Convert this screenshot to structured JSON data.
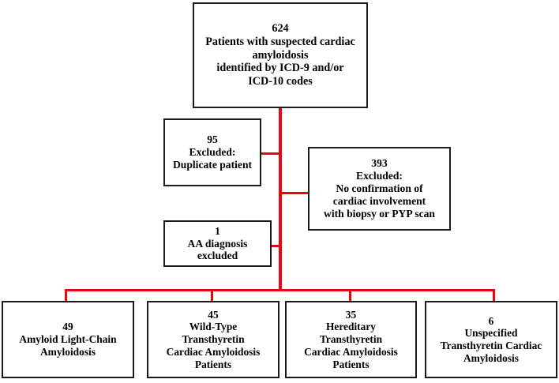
{
  "figure": {
    "type": "flowchart",
    "title": "Patient selection flow diagram for cardiac amyloidosis cohort",
    "line_color": "#e8070c",
    "box_border_color": "#1a1a1a",
    "background": "#ffffff"
  },
  "nodes": {
    "top": {
      "count": "624",
      "label": "624\nPatients with suspected cardiac\namyloidosis\nidentified by ICD-9 and/or\nICD-10 codes"
    },
    "excluded_duplicate": {
      "count": "95",
      "label": "95\nExcluded:\nDuplicate patient"
    },
    "excluded_no_confirmation": {
      "count": "393",
      "label": "393\nExcluded:\nNo confirmation of\ncardiac involvement\nwith biopsy or PYP scan"
    },
    "excluded_aa": {
      "count": "1",
      "label": "1\nAA diagnosis\nexcluded"
    },
    "outcome_al": {
      "count": "49",
      "label": "49\nAmyloid Light-Chain\nAmyloidosis"
    },
    "outcome_wild_type": {
      "count": "45",
      "label": "45\nWild-Type\nTransthyretin\nCardiac Amyloidosis\nPatients"
    },
    "outcome_hereditary": {
      "count": "35",
      "label": "35\nHereditary\nTransthyretin\nCardiac Amyloidosis\nPatients"
    },
    "outcome_unspecified": {
      "count": "6",
      "label": "6\nUnspecified\nTransthyretin Cardiac\nAmyloidosis"
    }
  },
  "chart_data": {
    "type": "flowchart",
    "title": "Cardiac amyloidosis patient selection",
    "stages": [
      {
        "id": "identified",
        "n": 624,
        "text": "Patients with suspected cardiac amyloidosis identified by ICD-9 and/or ICD-10 codes"
      },
      {
        "id": "excluded-duplicate",
        "n": 95,
        "text": "Excluded: Duplicate patient"
      },
      {
        "id": "excluded-no-confirmation",
        "n": 393,
        "text": "Excluded: No confirmation of cardiac involvement with biopsy or PYP scan"
      },
      {
        "id": "excluded-aa",
        "n": 1,
        "text": "AA diagnosis excluded"
      },
      {
        "id": "outcome-al",
        "n": 49,
        "text": "Amyloid Light-Chain Amyloidosis"
      },
      {
        "id": "outcome-wtattr",
        "n": 45,
        "text": "Wild-Type Transthyretin Cardiac Amyloidosis Patients"
      },
      {
        "id": "outcome-hattr",
        "n": 35,
        "text": "Hereditary Transthyretin Cardiac Amyloidosis Patients"
      },
      {
        "id": "outcome-unspecified",
        "n": 6,
        "text": "Unspecified Transthyretin Cardiac Amyloidosis"
      }
    ]
  }
}
